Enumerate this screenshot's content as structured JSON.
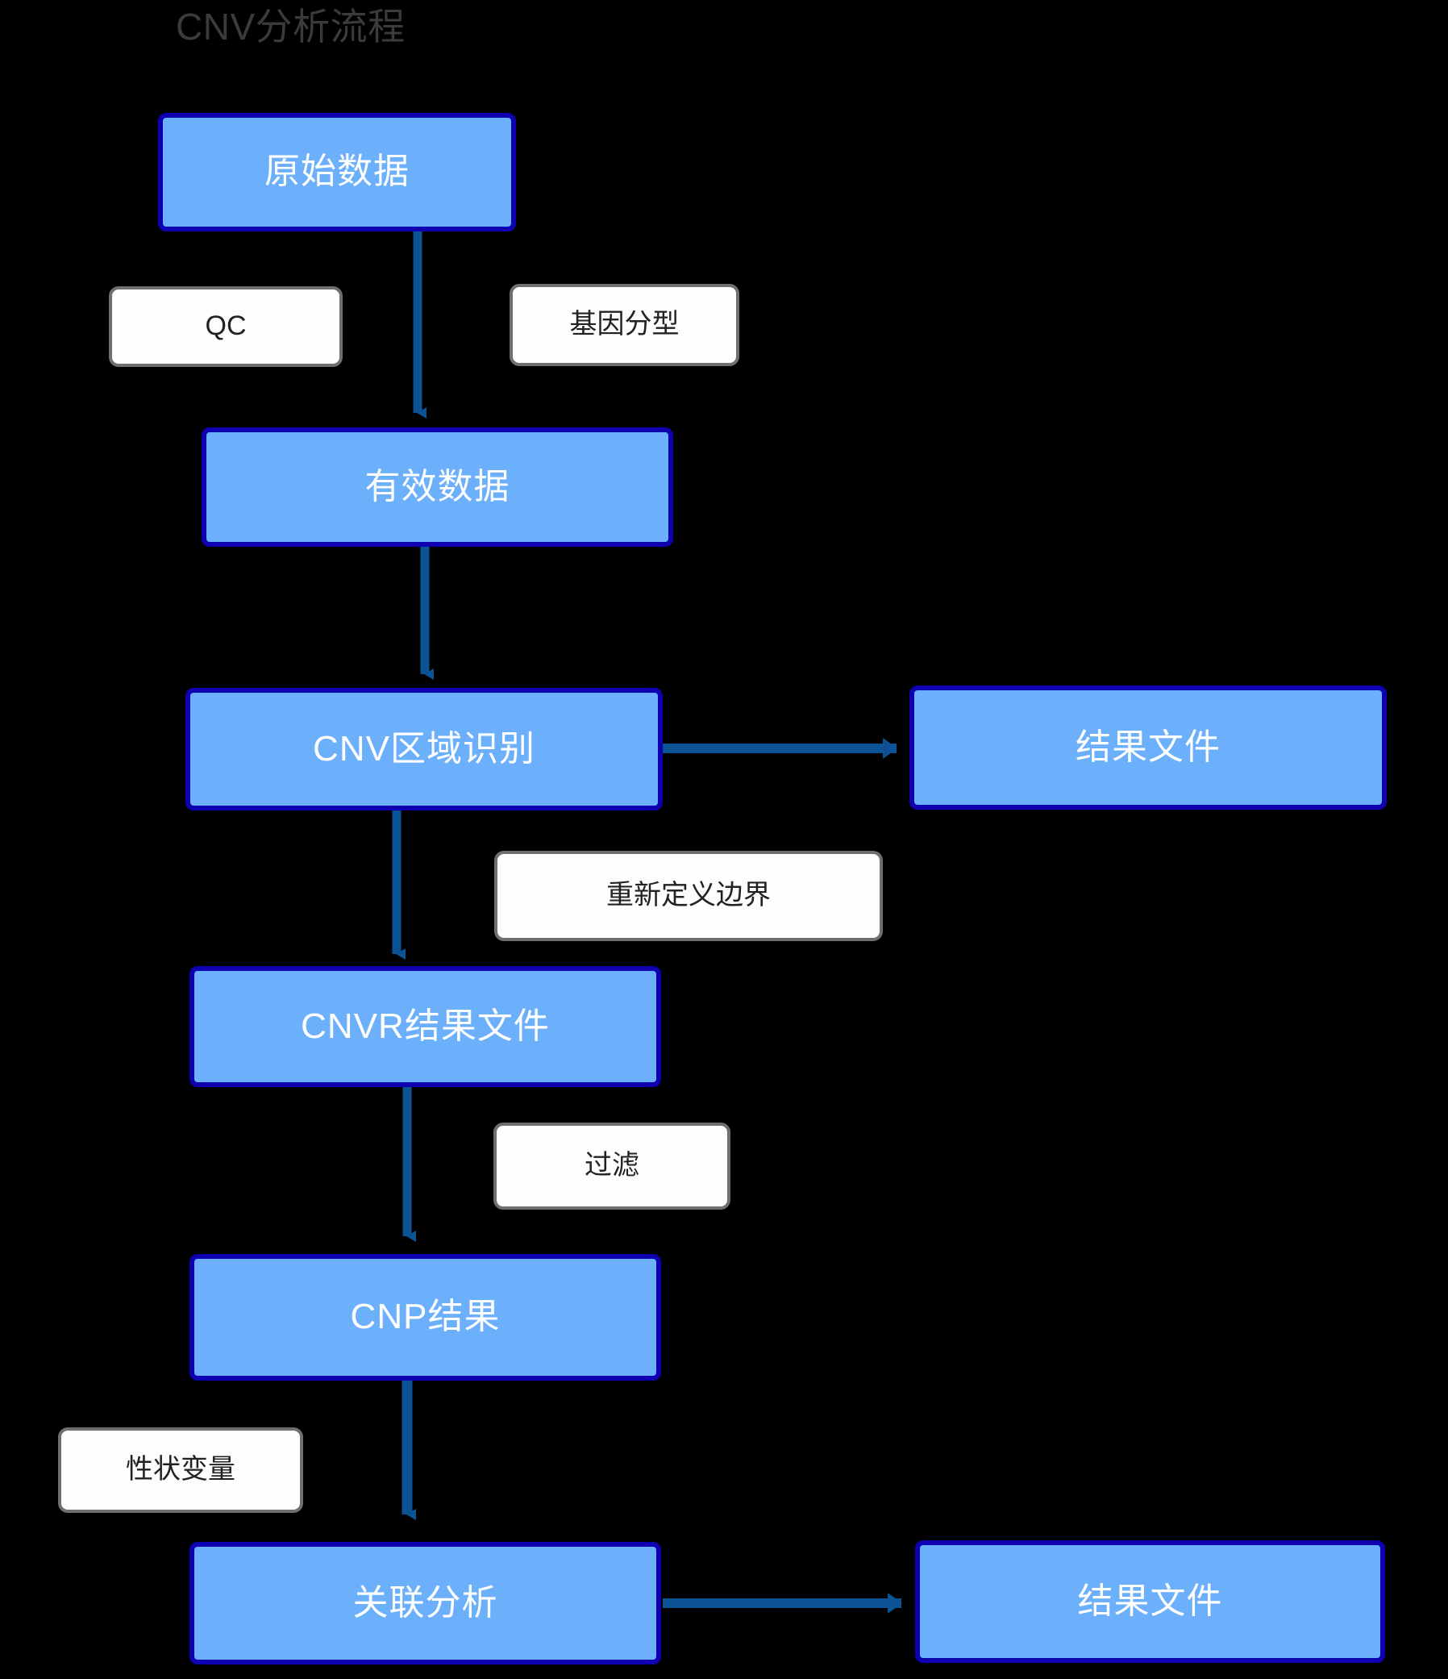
{
  "diagram": {
    "title": "CNV分析流程",
    "type": "flowchart",
    "title_color": "#3b3b3b",
    "background_color": "#000000",
    "node_fill_color": "#6cb0fb",
    "node_border_color": "#0e00b0",
    "node_text_color": "#ffffff",
    "edge_color": "#0b5394",
    "label_fill_color": "#fdfdfd",
    "label_border_color": "#6f6f6f",
    "label_text_color": "#222222",
    "nodes": [
      {
        "id": "raw-data",
        "label": "原始数据"
      },
      {
        "id": "valid-data",
        "label": "有效数据"
      },
      {
        "id": "cnv-region",
        "label": "CNV区域识别"
      },
      {
        "id": "result-file-1",
        "label": "结果文件"
      },
      {
        "id": "cnvr-result",
        "label": "CNVR结果文件"
      },
      {
        "id": "cnp-result",
        "label": "CNP结果"
      },
      {
        "id": "assoc-analysis",
        "label": "关联分析"
      },
      {
        "id": "result-file-2",
        "label": "结果文件"
      }
    ],
    "edge_labels": [
      {
        "id": "qc",
        "label": "QC"
      },
      {
        "id": "genotyping",
        "label": "基因分型"
      },
      {
        "id": "redefine",
        "label": "重新定义边界"
      },
      {
        "id": "filter",
        "label": "过滤"
      },
      {
        "id": "trait",
        "label": "性状变量"
      }
    ],
    "edges": [
      {
        "from": "raw-data",
        "to": "valid-data",
        "label": "QC / 基因分型"
      },
      {
        "from": "valid-data",
        "to": "cnv-region",
        "label": ""
      },
      {
        "from": "cnv-region",
        "to": "result-file-1",
        "label": ""
      },
      {
        "from": "cnv-region",
        "to": "cnvr-result",
        "label": "重新定义边界"
      },
      {
        "from": "cnvr-result",
        "to": "cnp-result",
        "label": "过滤"
      },
      {
        "from": "cnp-result",
        "to": "assoc-analysis",
        "label": "性状变量"
      },
      {
        "from": "assoc-analysis",
        "to": "result-file-2",
        "label": ""
      }
    ]
  }
}
